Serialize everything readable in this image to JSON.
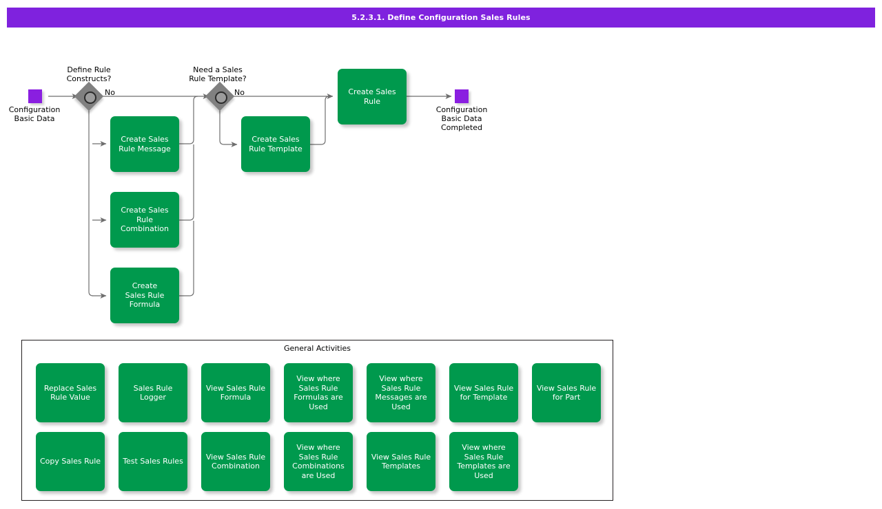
{
  "header": {
    "title": "5.2.3.1. Define Configuration Sales Rules",
    "background_color": "#7F22DE",
    "text_color": "#FFFFFF"
  },
  "theme": {
    "task_color": "#00994D",
    "event_color": "#8A1FE0",
    "gateway_color": "#808080",
    "connector_color": "#6E6E6E",
    "pool_border_color": "#231F20"
  },
  "flow": {
    "start_event": {
      "name": "start-event",
      "label": "Configuration\nBasic Data"
    },
    "end_event": {
      "name": "end-event",
      "label": "Configuration\nBasic Data\nCompleted"
    },
    "gateways": [
      {
        "id": "gateway-define-rule-constructs",
        "label": "Define Rule\nConstructs?",
        "flow_label": "No"
      },
      {
        "id": "gateway-need-sales-rule-template",
        "label": "Need a Sales\nRule Template?",
        "flow_label": "No"
      }
    ],
    "tasks": [
      {
        "id": "task-create-sales-rule-message",
        "label": "Create Sales\nRule Message"
      },
      {
        "id": "task-create-sales-rule-combination",
        "label": "Create Sales\nRule\nCombination"
      },
      {
        "id": "task-create-sales-rule-formula",
        "label": "Create\nSales Rule\nFormula"
      },
      {
        "id": "task-create-sales-rule-template",
        "label": "Create Sales\nRule Template"
      },
      {
        "id": "task-create-sales-rule",
        "label": "Create Sales\nRule"
      }
    ]
  },
  "general_activities": {
    "title": "General Activities",
    "rows": [
      [
        {
          "id": "ga-replace-sales-rule-value",
          "label": "Replace Sales\nRule Value"
        },
        {
          "id": "ga-sales-rule-logger",
          "label": "Sales Rule\nLogger"
        },
        {
          "id": "ga-view-sales-rule-formula",
          "label": "View Sales Rule\nFormula"
        },
        {
          "id": "ga-view-where-sales-rule-formulas-used",
          "label": "View where\nSales Rule\nFormulas are\nUsed"
        },
        {
          "id": "ga-view-where-sales-rule-messages-used",
          "label": "View where\nSales Rule\nMessages are\nUsed"
        },
        {
          "id": "ga-view-sales-rule-for-template",
          "label": "View Sales Rule\nfor Template"
        },
        {
          "id": "ga-view-sales-rule-for-part",
          "label": "View Sales Rule\nfor Part"
        }
      ],
      [
        {
          "id": "ga-copy-sales-rule",
          "label": "Copy Sales Rule"
        },
        {
          "id": "ga-test-sales-rules",
          "label": "Test Sales Rules"
        },
        {
          "id": "ga-view-sales-rule-combination",
          "label": "View Sales Rule\nCombination"
        },
        {
          "id": "ga-view-where-sales-rule-combinations-used",
          "label": "View where\nSales Rule\nCombinations\nare Used"
        },
        {
          "id": "ga-view-sales-rule-templates",
          "label": "View Sales Rule\nTemplates"
        },
        {
          "id": "ga-view-where-sales-rule-templates-used",
          "label": "View where\nSales Rule\nTemplates are\nUsed"
        }
      ]
    ]
  }
}
